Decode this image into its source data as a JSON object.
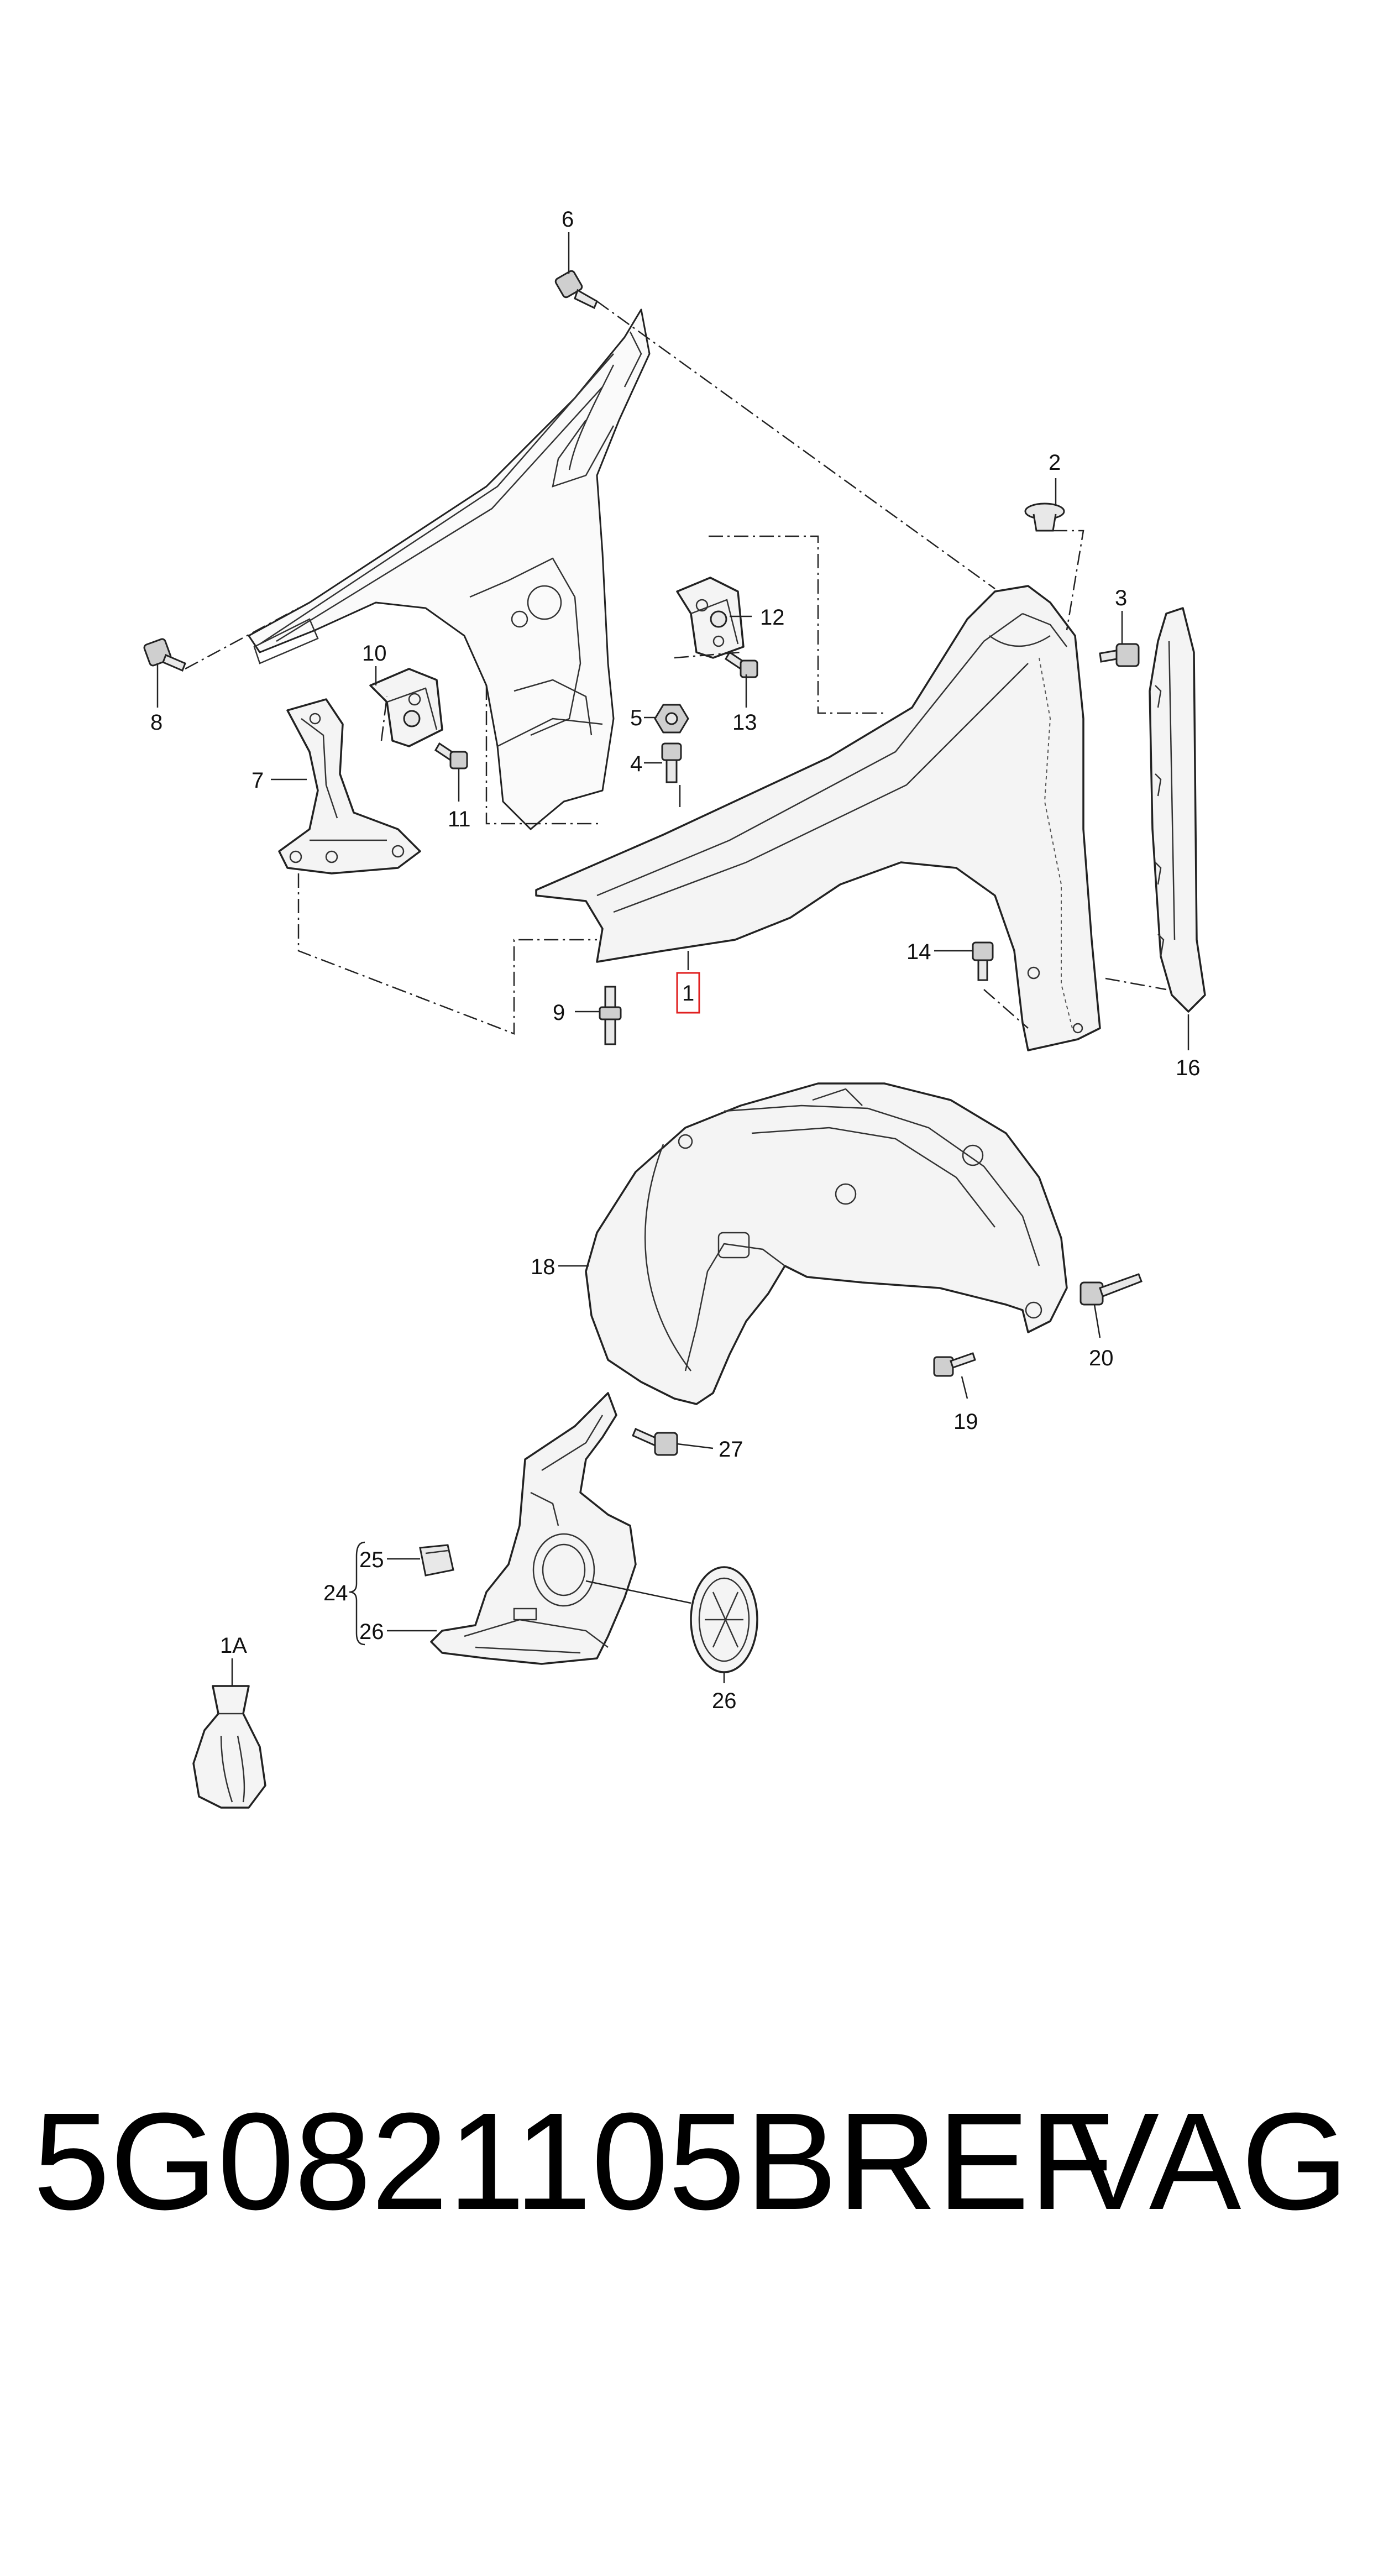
{
  "callouts": {
    "c1": "1",
    "c1A": "1A",
    "c2": "2",
    "c3": "3",
    "c4": "4",
    "c5": "5",
    "c6": "6",
    "c7": "7",
    "c8": "8",
    "c9": "9",
    "c10": "10",
    "c11": "11",
    "c12": "12",
    "c13": "13",
    "c14": "14",
    "c16": "16",
    "c18": "18",
    "c19": "19",
    "c20": "20",
    "c24": "24",
    "c25": "25",
    "c26a": "26",
    "c26b": "26",
    "c27": "27"
  },
  "highlight_color": "#e02020",
  "footer": {
    "part_number": "5G0821105BREF",
    "brand": "VAG"
  }
}
